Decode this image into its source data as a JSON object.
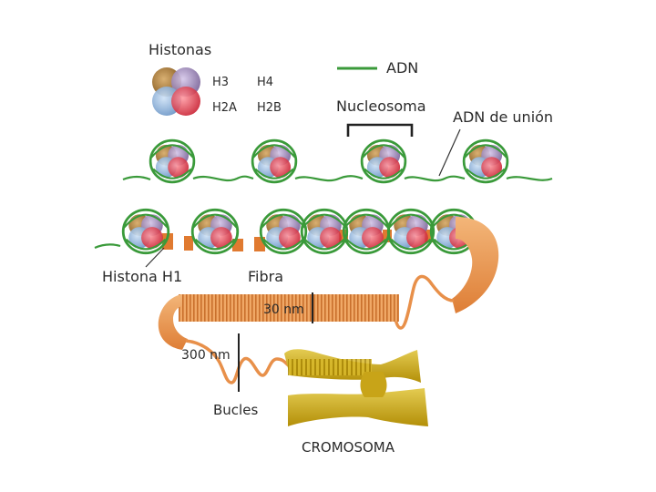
{
  "labels": {
    "histones_title": "Histonas",
    "h3": "H3",
    "h4": "H4",
    "h2a": "H2A",
    "h2b": "H2B",
    "dna": "ADN",
    "nucleosome": "Nucleosoma",
    "linker_dna": "ADN de unión",
    "histone_h1": "Histona H1",
    "fiber": "Fibra",
    "nm30": "30 nm",
    "nm300": "300 nm",
    "loops": "Bucles",
    "chromosome": "CROMOSOMA"
  },
  "colors": {
    "dna_green": "#3a9a3a",
    "h3_brown": "#a57a3c",
    "h4_purple": "#9a86b6",
    "h2a_blue": "#8fb4dc",
    "h2b_red": "#e0404e",
    "fiber_orange": "#e8904a",
    "chromosome_gold": "#c8a418",
    "text": "#2b2b2b"
  }
}
